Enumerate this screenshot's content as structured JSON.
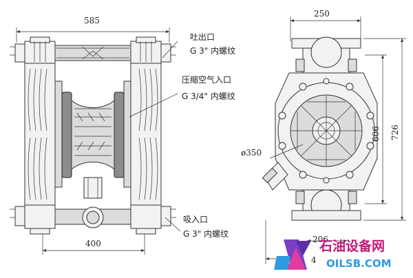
{
  "dimensions": {
    "overall_width": "585",
    "base_width": "400",
    "side_width": "250",
    "inner_height": "606",
    "overall_height": "726",
    "diaphragm_dia": "ø350",
    "base_depth": "206",
    "base_partial": "4"
  },
  "callouts": {
    "outlet_title": "吐出口",
    "outlet_spec": "G 3\" 内螺纹",
    "air_title": "压缩空气入口",
    "air_spec": "G 3/4\" 内螺纹",
    "inlet_title": "吸入口",
    "inlet_spec": "G 3\" 内螺纹"
  },
  "watermark": {
    "name": "石油设备网",
    "domain": "OILSB.COM"
  }
}
